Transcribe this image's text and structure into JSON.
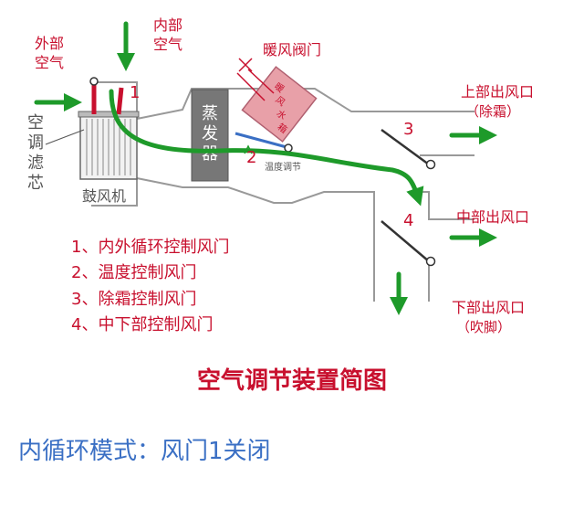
{
  "labels": {
    "outside_air": [
      "外部",
      "空气"
    ],
    "inside_air": [
      "内部",
      "空气"
    ],
    "heater_valve": "暖风阀门",
    "filter": [
      "空",
      "调",
      "滤",
      "芯"
    ],
    "blower": "鼓风机",
    "evaporator": [
      "蒸",
      "发",
      "器"
    ],
    "heater_core": [
      "暖",
      "风",
      "水",
      "箱"
    ],
    "temp_adjust": "温度调节",
    "upper_outlet": "上部出风口",
    "upper_outlet_note": "（除霜）",
    "middle_outlet": "中部出风口",
    "lower_outlet": "下部出风口",
    "lower_outlet_note": "（吹脚）"
  },
  "door_numbers": [
    "1",
    "2",
    "3",
    "4"
  ],
  "legend": [
    "1、内外循环控制风门",
    "2、温度控制风门",
    "3、除霜控制风门",
    "4、中下部控制风门"
  ],
  "title": "空气调节装置简图",
  "caption": "内循环模式：风门1关闭",
  "colors": {
    "label_red": "#c8102e",
    "arrow_green": "#1e9a2a",
    "caption_blue": "#3a6fc4",
    "evaporator_gray": "#777777",
    "heater_pink": "#e8a0a8"
  }
}
